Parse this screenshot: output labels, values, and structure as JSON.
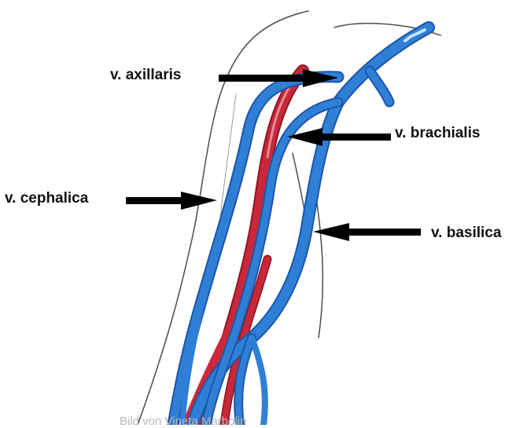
{
  "labels": {
    "axillaris": "v. axillaris",
    "brachialis": "v. brachialis",
    "cephalica": "v. cephalica",
    "basilica": "v. basilica"
  },
  "credit": "Bild von Vineta Marbolin",
  "colors": {
    "vein": "#2f7fd6",
    "vein_dark": "#1d56a8",
    "artery": "#c8283a",
    "outline": "#555555",
    "arrow": "#000000"
  }
}
